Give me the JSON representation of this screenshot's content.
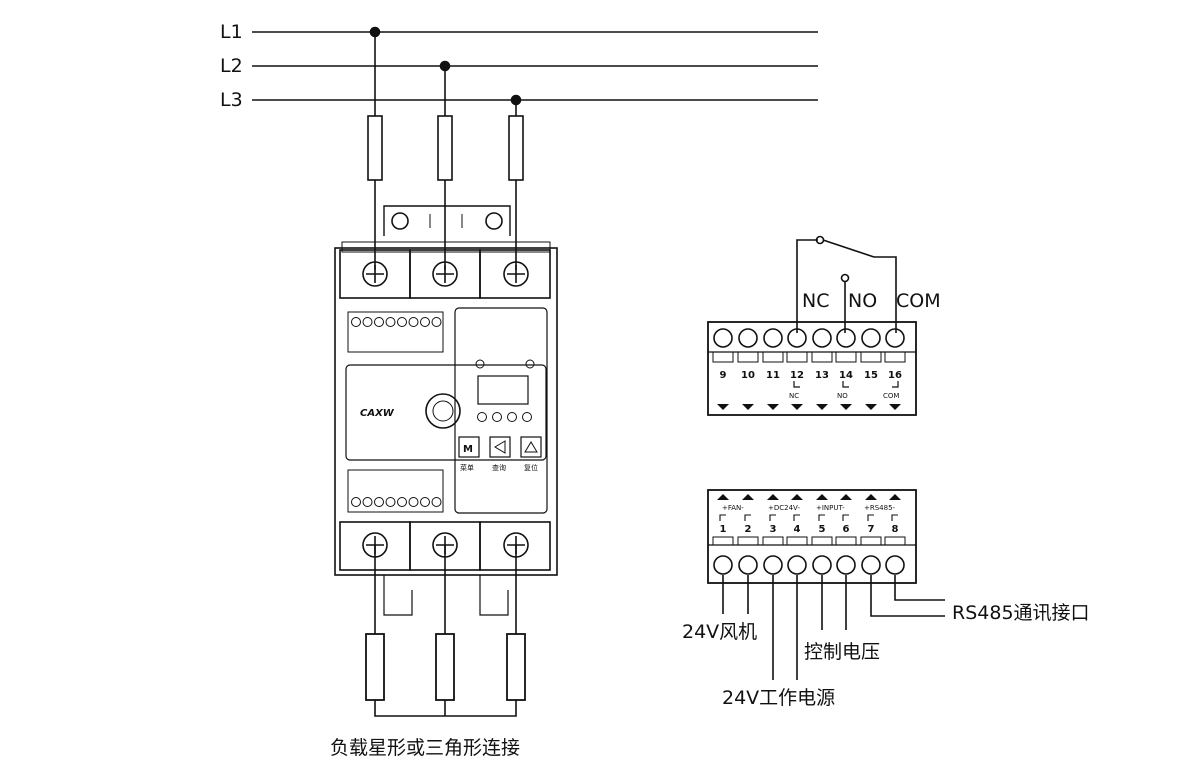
{
  "lines": {
    "l1": "L1",
    "l2": "L2",
    "l3": "L3"
  },
  "device": {
    "brand": "CAXW",
    "btn_menu": "菜单",
    "btn_query": "查询",
    "btn_reset": "复位",
    "key_m": "M"
  },
  "relay_block": {
    "nc": "NC",
    "no": "NO",
    "com": "COM",
    "terminals": [
      "9",
      "10",
      "11",
      "12",
      "13",
      "14",
      "15",
      "16"
    ],
    "sub_nc": "NC",
    "sub_no": "NO",
    "sub_com": "COM"
  },
  "io_block": {
    "groups": [
      "+FAN-",
      "+DC24V-",
      "+INPUT-",
      "+RS485-"
    ],
    "terminals": [
      "1",
      "2",
      "3",
      "4",
      "5",
      "6",
      "7",
      "8"
    ],
    "fan_label": "24V风机",
    "power_label": "24V工作电源",
    "control_label": "控制电压",
    "rs485_label": "RS485通讯接口"
  },
  "caption": "负载星形或三角形连接"
}
